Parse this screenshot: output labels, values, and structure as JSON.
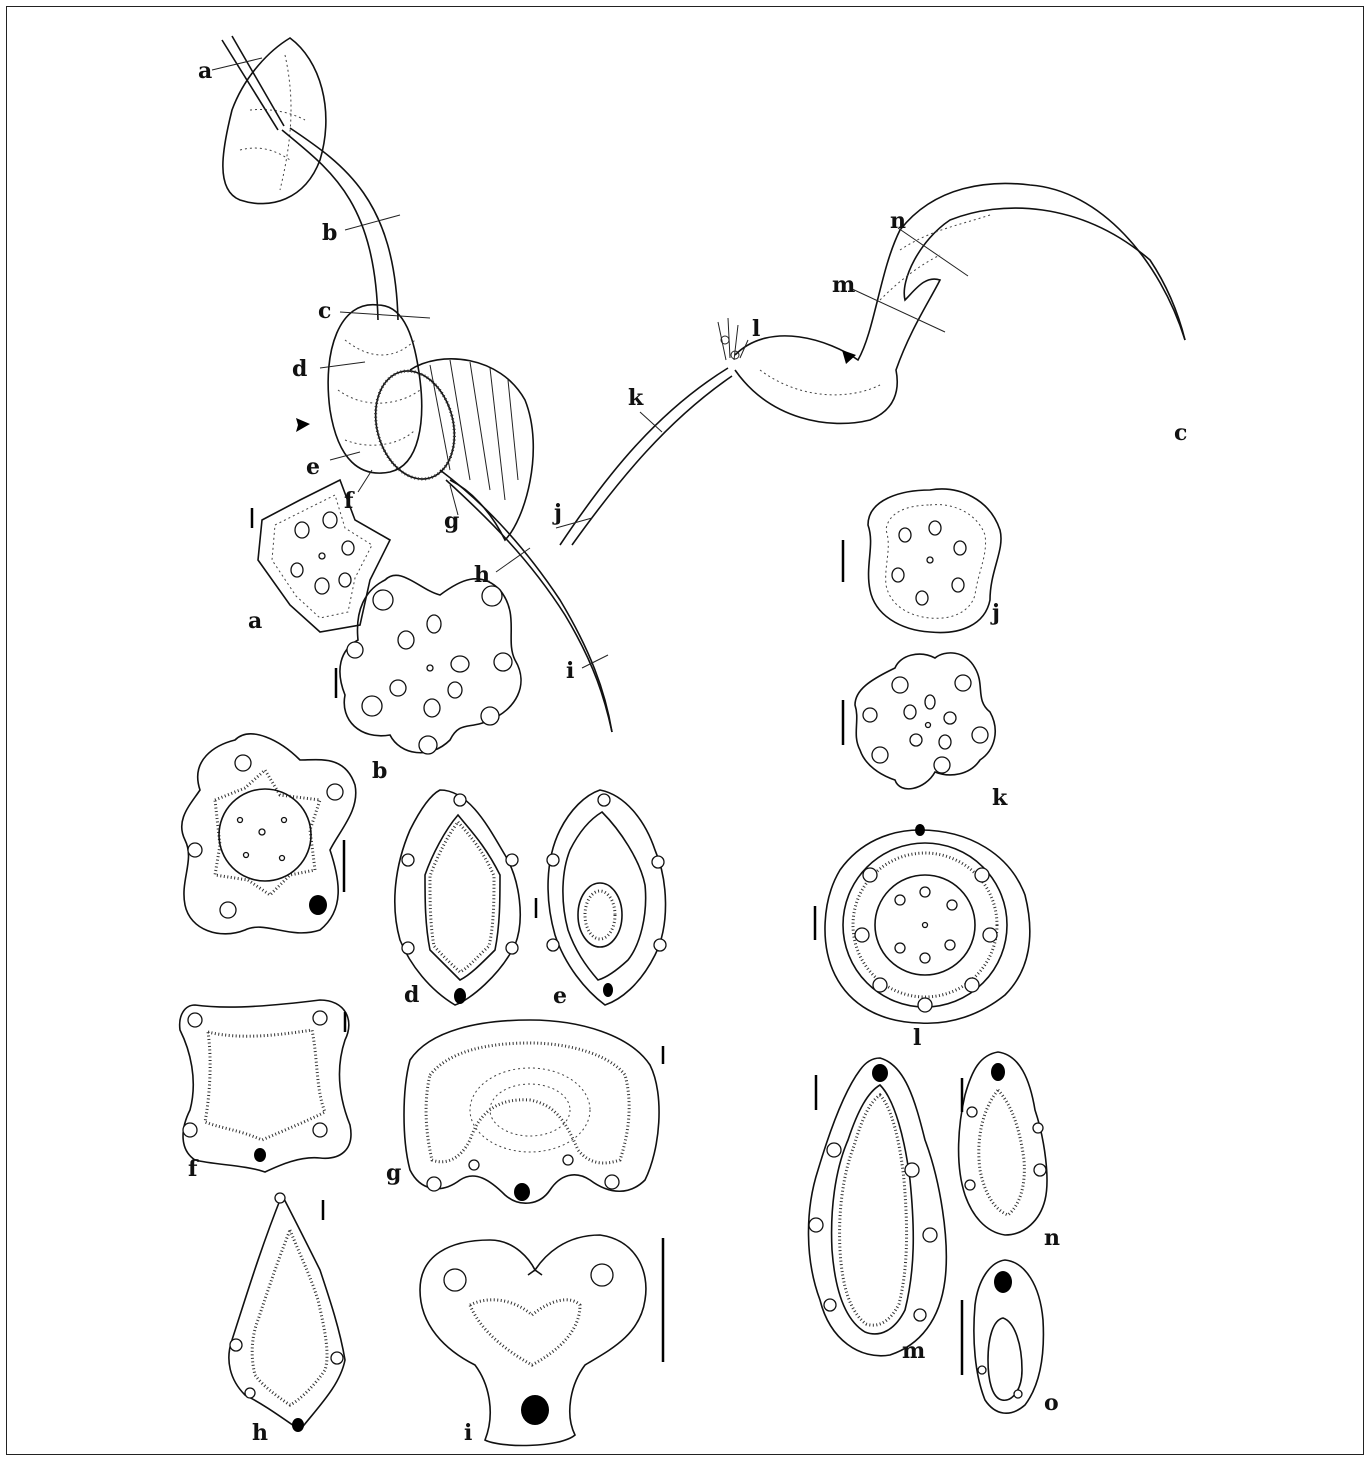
{
  "plant_a_labels": [
    "a",
    "b",
    "c",
    "d",
    "e",
    "f",
    "g",
    "h",
    "i"
  ],
  "plant_c_labels": [
    "j",
    "k",
    "l",
    "m",
    "n"
  ],
  "plant_c_tag": "c",
  "section_labels": {
    "a": "a",
    "b": "b",
    "d": "d",
    "e": "e",
    "f": "f",
    "g": "g",
    "h": "h",
    "i": "i",
    "j": "j",
    "k": "k",
    "l": "l",
    "m": "m",
    "n": "n",
    "o": "o"
  }
}
